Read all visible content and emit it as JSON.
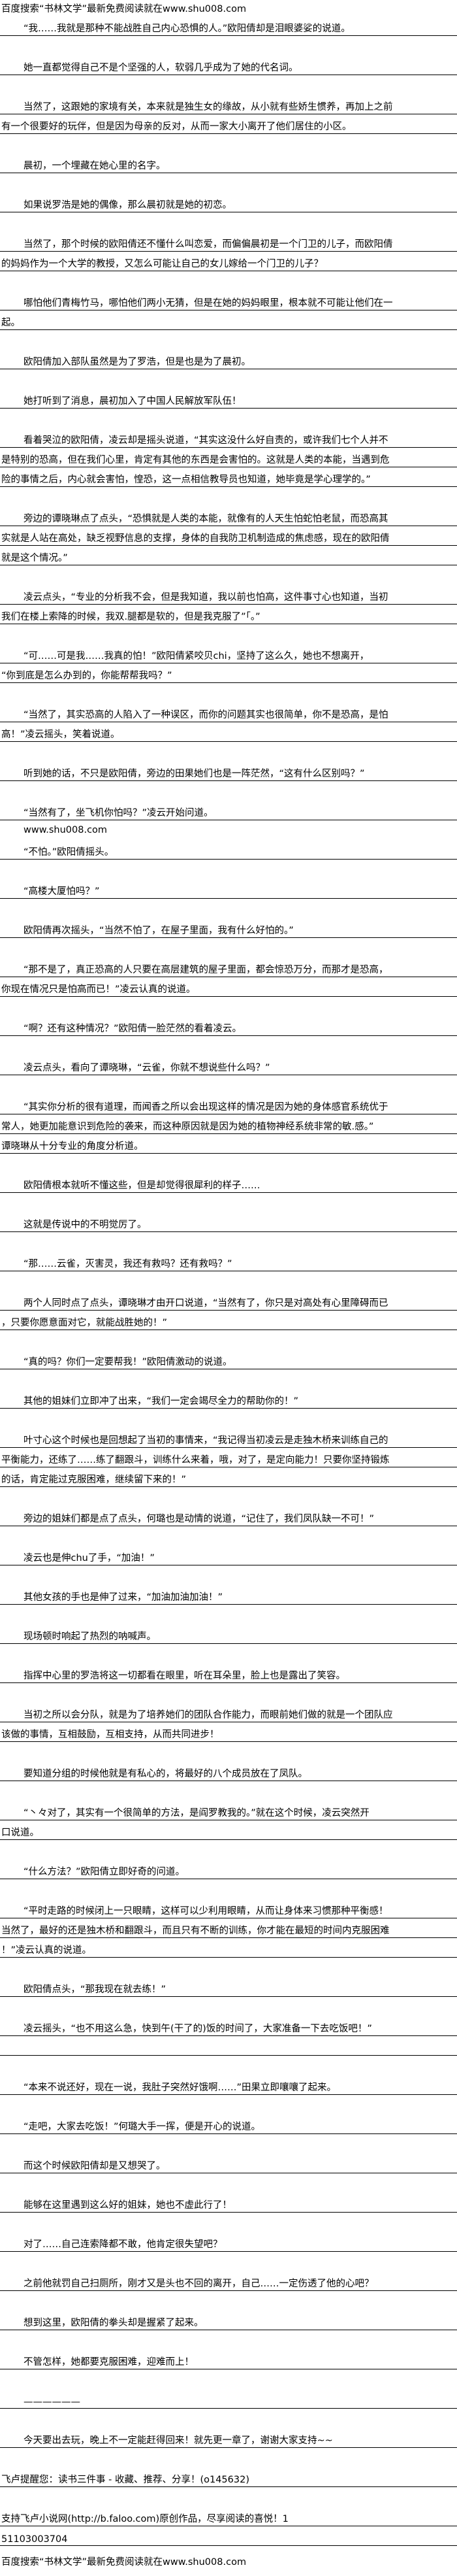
{
  "header": {
    "banner": "百度搜索“书林文学”最新免费阅读就在www.shu008.com"
  },
  "paragraphs": [
    {
      "lines": [
        "“我……我就是那种不能战胜自己内心恐惧的人。”欧阳倩却是泪眼婆娑的说道。"
      ]
    },
    {
      "lines": [
        "她一直都觉得自己不是个坚强的人，软弱几乎成为了她的代名词。"
      ]
    },
    {
      "lines": [
        "当然了，这跟她的家境有关，本来就是独生女的缘故，从小就有些娇生惯养，再加上之前",
        "有一个很要好的玩伴，但是因为母亲的反对，从而一家大小离开了他们居住的小区。"
      ]
    },
    {
      "lines": [
        "晨初，一个埋藏在她心里的名字。"
      ]
    },
    {
      "lines": [
        "如果说罗浩是她的偶像，那么晨初就是她的初恋。"
      ]
    },
    {
      "lines": [
        "当然了，那个时候的欧阳倩还不懂什么叫恋爱，而偏偏晨初是一个门卫的儿子，而欧阳倩",
        "的妈妈作为一个大学的教授，又怎么可能让自己的女儿嫁给一个门卫的儿子？"
      ]
    },
    {
      "lines": [
        "哪怕他们青梅竹马，哪怕他们两小无猜，但是在她的妈妈眼里，根本就不可能让他们在一",
        "起。"
      ]
    },
    {
      "lines": [
        "欧阳倩加入部队虽然是为了罗浩，但是也是为了晨初。"
      ]
    },
    {
      "lines": [
        "她打听到了消息，晨初加入了中国人民解放军队伍！"
      ]
    },
    {
      "lines": [
        "看着哭泣的欧阳倩，凌云却是摇头说道，“其实这没什么好自责的，或许我们七个人并不",
        "是特别的恐高，但在我们心里，肯定有其他的东西是会害怕的。这就是人类的本能，当遇到危",
        "险的事情之后，内心就会害怕，惶恐，这一点相信教导员也知道，她毕竟是学心理学的。”"
      ]
    },
    {
      "lines": [
        "旁边的谭晓琳点了点头，“恐惧就是人类的本能，就像有的人天生怕蛇怕老鼠，而恐高其",
        "实就是人站在高处，缺乏视野信息的支撑，身体的自我防卫机制造成的焦虑感，现在的欧阳倩",
        "就是这个情况。”"
      ]
    },
    {
      "lines": [
        "凌云点头，“专业的分析我不会，但是我知道，我以前也怕高，这件事寸心也知道，当初",
        "我们在楼上索降的时候，我双.腿都是软的，但是我克服了”「。”"
      ]
    },
    {
      "lines": [
        "“可……可是我……我真的怕！”欧阳倩紧咬贝chi，坚持了这么久，她也不想离开，",
        "“你到底是怎么办到的，你能帮帮我吗？”"
      ]
    },
    {
      "lines": [
        "“当然了，其实恐高的人陷入了一种误区，而你的问题其实也很简单，你不是恐高，是怕",
        "高！”凌云摇头，笑着说道。"
      ]
    },
    {
      "lines": [
        "听到她的话，不只是欧阳倩，旁边的田果她们也是一阵茫然，“这有什么区别吗？”"
      ]
    },
    {
      "lines": [
        "“当然有了，坐飞机你怕吗？”凌云开始问道。"
      ]
    },
    {
      "kind": "watermark",
      "lines": [
        "www.shu008.com"
      ]
    },
    {
      "kind": "nogap",
      "lines": [
        "“不怕。”欧阳倩摇头。"
      ]
    },
    {
      "lines": [
        "“高楼大厦怕吗？”"
      ]
    },
    {
      "lines": [
        "欧阳倩再次摇头，“当然不怕了，在屋子里面，我有什么好怕的。”"
      ]
    },
    {
      "lines": [
        "“那不是了，真正恐高的人只要在高层建筑的屋子里面，都会惊恐万分，而那才是恐高，",
        "你现在情况只是怕高而已！”凌云认真的说道。"
      ]
    },
    {
      "lines": [
        "“啊？还有这种情况？”欧阳倩一脸茫然的看着凌云。"
      ]
    },
    {
      "lines": [
        "凌云点头，看向了谭晓琳，“云雀，你就不想说些什么吗？”"
      ]
    },
    {
      "lines": [
        "“其实你分析的很有道理，而闻香之所以会出现这样的情况是因为她的身体感官系统优于",
        "常人，她更加能意识到危险的袭来，而这种原因就是因为她的植物神经系统非常的敏.感。”",
        "谭晓琳从十分专业的角度分析道。"
      ]
    },
    {
      "lines": [
        "欧阳倩根本就听不懂这些，但是却觉得很犀利的样子……"
      ]
    },
    {
      "lines": [
        "这就是传说中的不明觉厉了。"
      ]
    },
    {
      "lines": [
        "“那……云雀，灭害灵，我还有救吗？还有救吗？”"
      ]
    },
    {
      "lines": [
        "两个人同时点了点头，谭晓琳才由开口说道，“当然有了，你只是对高处有心里障碍而已",
        "，只要你愿意面对它，就能战胜她的！”"
      ]
    },
    {
      "lines": [
        "“真的吗？你们一定要帮我！”欧阳倩激动的说道。"
      ]
    },
    {
      "lines": [
        "其他的姐妹们立即冲了出来，“我们一定会竭尽全力的帮助你的！”"
      ]
    },
    {
      "lines": [
        "叶寸心这个时候也是回想起了当初的事情来，“我记得当初凌云是走独木桥来训练自己的",
        "平衡能力，还练了……练了翻跟斗，训练什么来着，哦，对了，是定向能力！只要你坚持锻炼",
        "的话，肯定能过克服困难，继续留下来的！”"
      ]
    },
    {
      "lines": [
        "旁边的姐妹们都是点了点头，何璐也是动情的说道，“记住了，我们凤队缺一不可！”"
      ]
    },
    {
      "lines": [
        "凌云也是伸chu了手，“加油！”"
      ]
    },
    {
      "lines": [
        "其他女孩的手也是伸了过来，“加油加油加油！”"
      ]
    },
    {
      "lines": [
        "现场顿时响起了热烈的呐喊声。"
      ]
    },
    {
      "lines": [
        "指挥中心里的罗浩将这一切都看在眼里，听在耳朵里，脸上也是露出了笑容。"
      ]
    },
    {
      "lines": [
        "当初之所以会分队，就是为了培养她们的团队合作能力，而眼前她们做的就是一个团队应",
        "该做的事情，互相鼓励，互相支持，从而共同进步！"
      ]
    },
    {
      "lines": [
        "要知道分组的时候他就是有私心的，将最好的八个成员放在了凤队。"
      ]
    },
    {
      "lines": [
        "“丶々对了，其实有一个很简单的方法，是阎罗教我的。”就在这个时候，凌云突然开",
        "口说道。"
      ]
    },
    {
      "lines": [
        "“什么方法？”欧阳倩立即好奇的问道。"
      ]
    },
    {
      "lines": [
        "“平时走路的时候闭上一只眼睛，这样可以少利用眼睛，从而让身体来习惯那种平衡感！",
        "当然了，最好的还是独木桥和翻跟斗，而且只有不断的训练，你才能在最短的时间内克服困难",
        "！”凌云认真的说道。"
      ]
    },
    {
      "lines": [
        "欧阳倩点头，“那我现在就去练！”"
      ]
    },
    {
      "lines": [
        "凌云摇头，“也不用这么急，快到午(干了的)饭的时间了，大家准备一下去吃饭吧！”"
      ]
    },
    {
      "kind": "empty",
      "lines": [
        ""
      ]
    },
    {
      "lines": [
        "“本来不说还好，现在一说，我肚子突然好饿啊……”田果立即嚷嚷了起来。"
      ]
    },
    {
      "lines": [
        "“走吧，大家去吃饭！”何璐大手一挥，便是开心的说道。"
      ]
    },
    {
      "lines": [
        "而这个时候欧阳倩却是又想哭了。"
      ]
    },
    {
      "lines": [
        "能够在这里遇到这么好的姐妹，她也不虚此行了！"
      ]
    },
    {
      "lines": [
        "对了……自己连索降都不敢，他肯定很失望吧？"
      ]
    },
    {
      "lines": [
        "之前他就罚自己扫厕所，刚才又是头也不回的离开，自己……一定伤透了他的心吧？"
      ]
    },
    {
      "lines": [
        "想到这里，欧阳倩的拳头却是握紧了起来。"
      ]
    },
    {
      "lines": [
        "不管怎样，她都要克服困难，迎难而上！"
      ]
    },
    {
      "lines": [
        "——————"
      ]
    },
    {
      "lines": [
        "今天要出去玩，晚上不一定能赶得回来！就先更一章了，谢谢大家支持~~"
      ]
    },
    {
      "kind": "noindent",
      "lines": [
        "飞卢提醒您：读书三件事 - 收藏、推荐、分享！(o145632)"
      ]
    },
    {
      "kind": "noindent",
      "lines": [
        "支持飞卢小说网(http://b.faloo.com)原创作品，尽享阅读的喜悦！1",
        "51103003704"
      ]
    }
  ],
  "footer": {
    "banner": "百度搜索“书林文学”最新免费阅读就在www.shu008.com"
  }
}
